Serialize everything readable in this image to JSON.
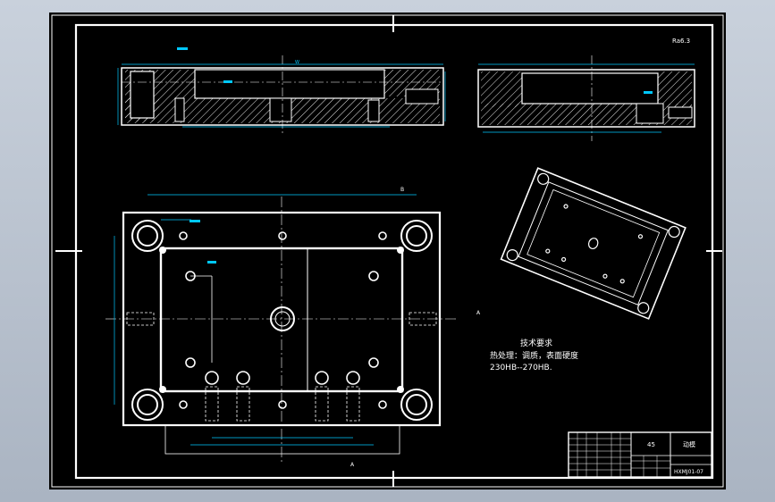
{
  "drawing": {
    "notes_heading": "技术要求",
    "notes_line1": "热处理：调质，表面硬度",
    "notes_line2": "230HB--270HB.",
    "part_number": "HXMJ01-07",
    "part_name": "动模",
    "material": "45",
    "corner_mark": "Ra6.3"
  },
  "colors": {
    "background": "#000000",
    "frame": "#ffffff",
    "dimension": "#00c8ff",
    "centerline": "#ffffff",
    "hatch": "#ffffff",
    "accent": "#00c8ff"
  }
}
